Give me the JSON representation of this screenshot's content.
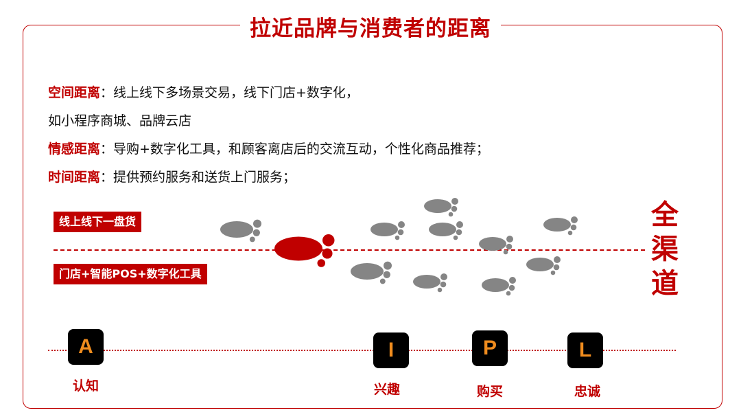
{
  "title": "拉近品牌与消费者的距离",
  "lines": [
    {
      "key": "空间距离",
      "text": "：线上线下多场景交易，线下门店+数字化，"
    },
    {
      "key": "",
      "text": "如小程序商城、品牌云店"
    },
    {
      "key": "情感距离",
      "text": "：导购+数字化工具，和顾客离店后的交流互动，个性化商品推荐；"
    },
    {
      "key": "时间距离",
      "text": "：提供预约服务和送货上门服务；"
    }
  ],
  "tags": {
    "online": "线上线下一盘货",
    "store": "门店+智能POS+数字化工具"
  },
  "side_label": [
    "全",
    "渠",
    "道"
  ],
  "stages": [
    {
      "letter": "A",
      "label": "认知"
    },
    {
      "letter": "I",
      "label": "兴趣"
    },
    {
      "letter": "P",
      "label": "购买"
    },
    {
      "letter": "L",
      "label": "忠诚"
    }
  ],
  "colors": {
    "accent": "#c00000",
    "footprint": "#858585",
    "stage_letter": "#f08c1e"
  }
}
